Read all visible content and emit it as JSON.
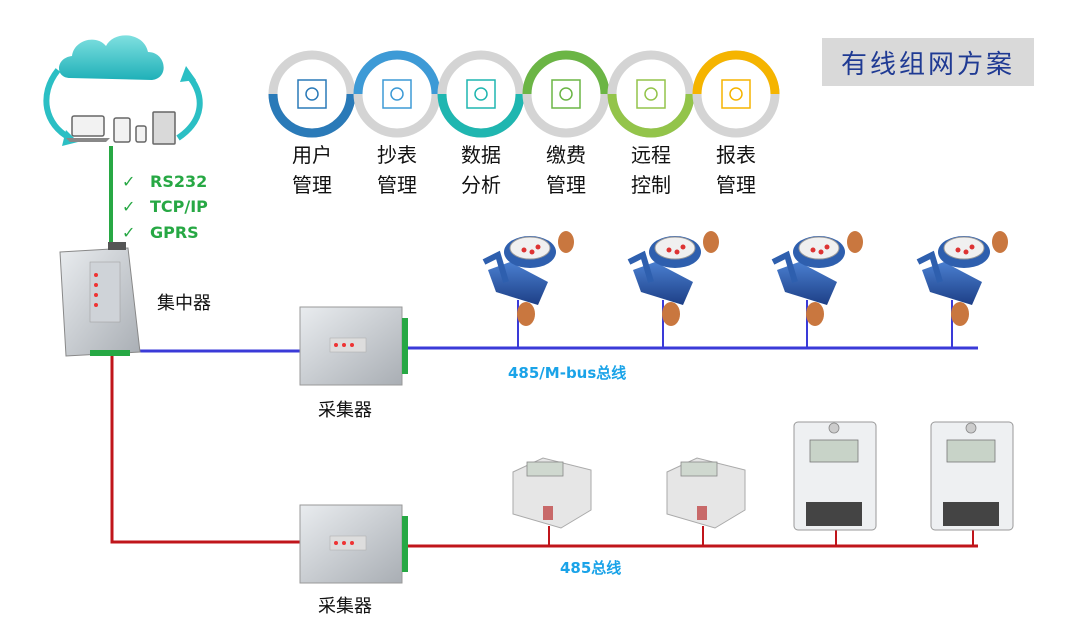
{
  "title": "有线组网方案",
  "features": [
    {
      "label": "用户\n管理",
      "color": "#2a7ab8",
      "icon": "layers-icon"
    },
    {
      "label": "抄表\n管理",
      "color": "#3d9ad6",
      "icon": "target-icon"
    },
    {
      "label": "数据\n分析",
      "color": "#1fb6b0",
      "icon": "expand-arrows-icon"
    },
    {
      "label": "缴费\n管理",
      "color": "#6bb545",
      "icon": "chart-icon"
    },
    {
      "label": "远程\n控制",
      "color": "#93c44a",
      "icon": "truck-icon"
    },
    {
      "label": "报表\n管理",
      "color": "#f5b400",
      "icon": "magnifier-icon"
    }
  ],
  "protocols": [
    "RS232",
    "TCP/IP",
    "GPRS"
  ],
  "concentrator_label": "集中器",
  "collector_label": "采集器",
  "buses": [
    {
      "label": "485/M-bus总线",
      "color": "#3a3ad8"
    },
    {
      "label": "485总线",
      "color": "#c0151b"
    }
  ],
  "colors": {
    "uplink": "#27a844",
    "cloud": "#2bbfc4"
  }
}
